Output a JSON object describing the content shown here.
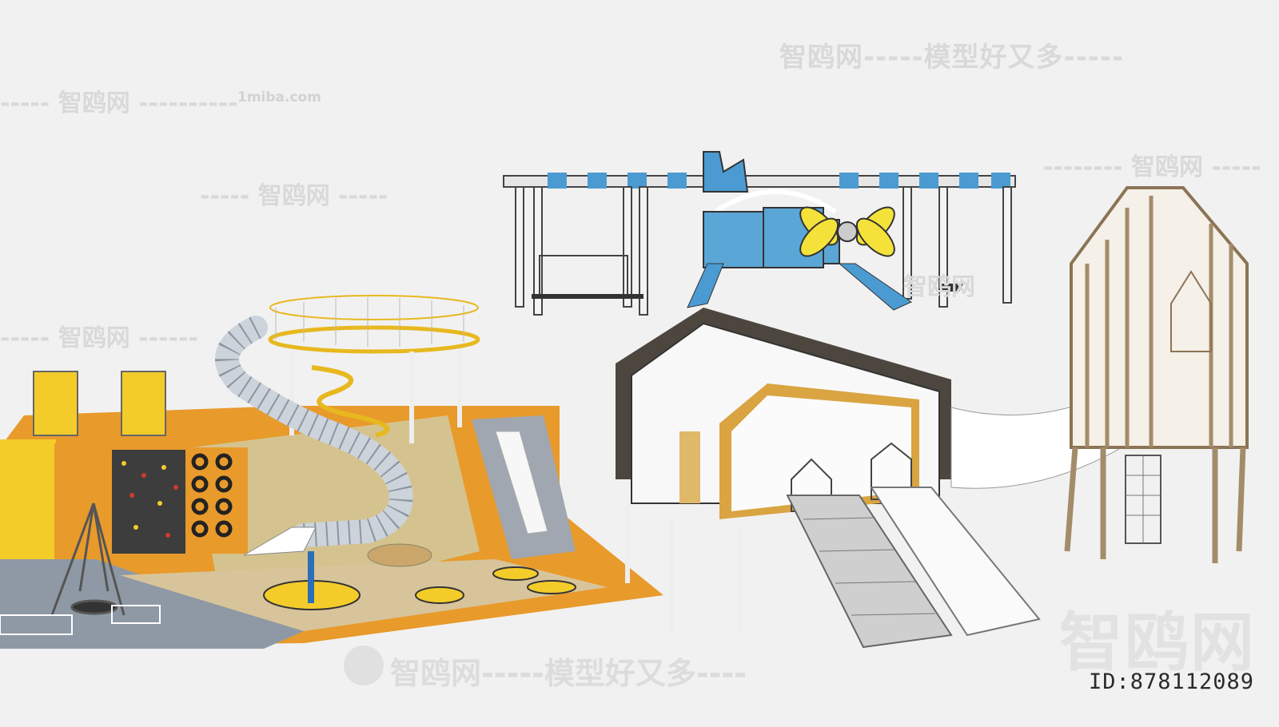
{
  "watermarks": {
    "top": "智鸥网-----模型好又多-----",
    "top_left": "----- 智鸥网 ----------",
    "url": "1miba.com",
    "mid_left": "----- 智鸥网 -----",
    "left2": "----- 智鸥网 ------",
    "right1": "-------- 智鸥网 -----",
    "right2": "智鸥网",
    "bottom": "智鸥网-----模型好又多----",
    "big": "智鸥网"
  },
  "id_label": "ID:878112089",
  "colors": {
    "background": "#f1f1f1",
    "yellow": "#f4cc2a",
    "orange": "#e59a2c",
    "grey_floor": "#9aa3ad",
    "sand": "#d9c59a",
    "blue": "#5aa6d6",
    "wood": "#b09b7c",
    "dark_wood": "#4d463f"
  }
}
